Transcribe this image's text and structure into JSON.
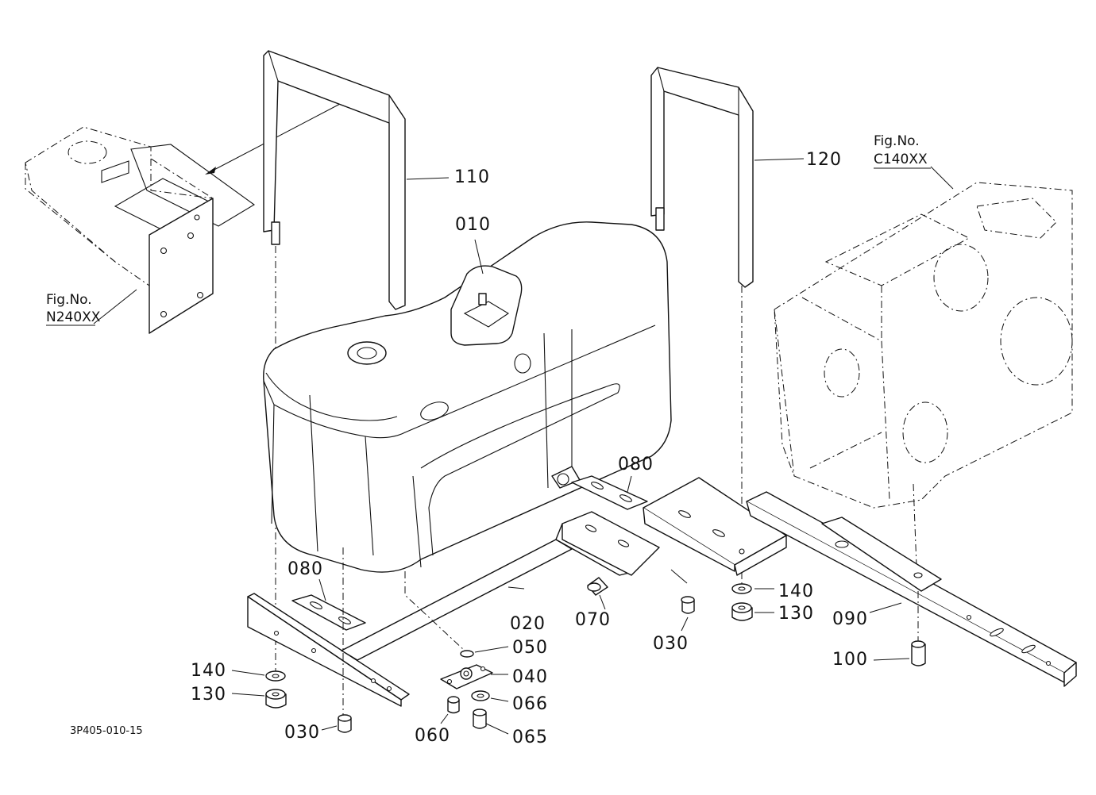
{
  "callouts": {
    "p010": "010",
    "p020": "020",
    "p030_left": "030",
    "p030_right": "030",
    "p040": "040",
    "p050": "050",
    "p060": "060",
    "p065": "065",
    "p066": "066",
    "p070": "070",
    "p080_left": "080",
    "p080_right": "080",
    "p090": "090",
    "p100": "100",
    "p110": "110",
    "p120": "120",
    "p130_left": "130",
    "p130_right": "130",
    "p140_left": "140",
    "p140_right": "140"
  },
  "figure_refs": {
    "left": {
      "label": "Fig.No.",
      "code": "N240XX"
    },
    "right": {
      "label": "Fig.No.",
      "code": "C140XX"
    }
  },
  "drawing_code": "3P405-010-15"
}
